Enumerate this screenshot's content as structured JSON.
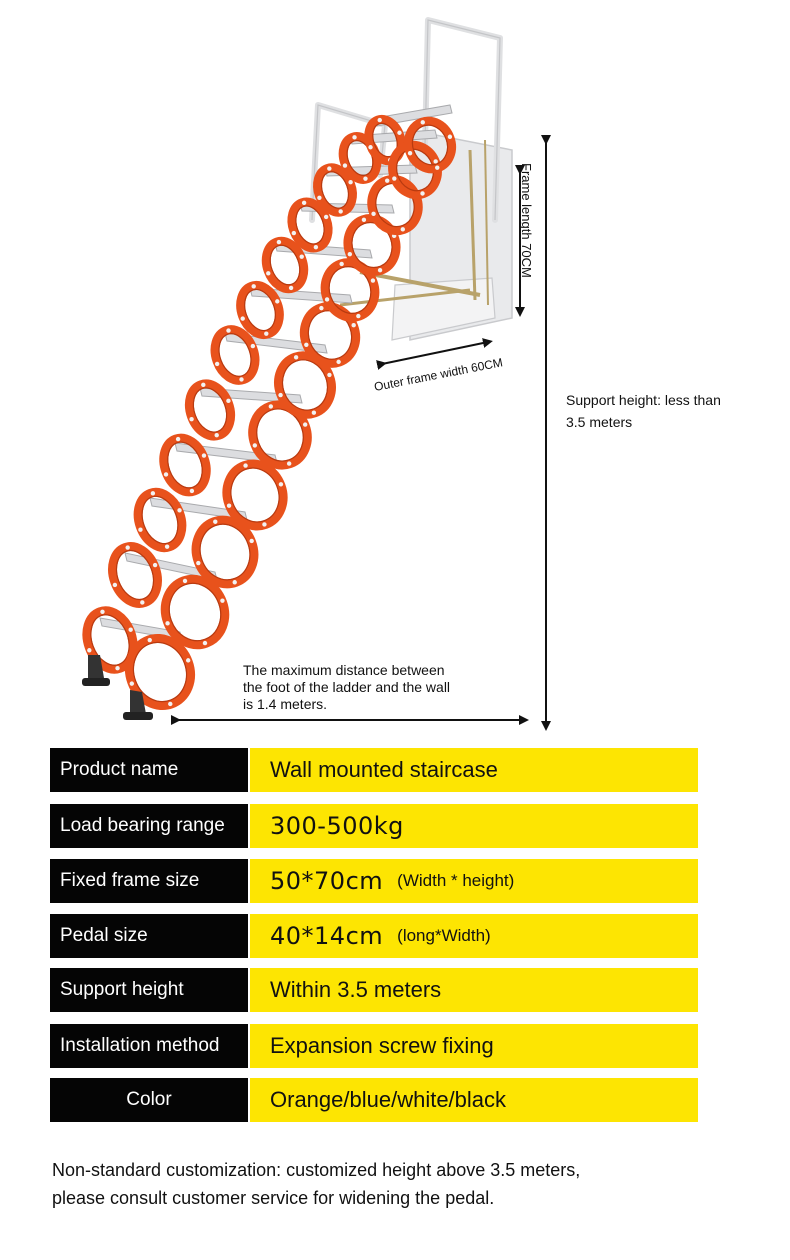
{
  "annotations": {
    "frame_length": "Frame length 70CM",
    "outer_frame_width": "Outer frame width 60CM",
    "support_height_line1": "Support height: less than",
    "support_height_line2": "3.5 meters",
    "max_distance_line1": "The maximum distance between",
    "max_distance_line2": "the foot of the ladder and the wall",
    "max_distance_line3": "is 1.4 meters."
  },
  "specs": [
    {
      "label": "Product name",
      "value": "Wall mounted staircase",
      "sub": ""
    },
    {
      "label": "Load bearing range",
      "value": "300-500kg",
      "sub": ""
    },
    {
      "label": "Fixed frame size",
      "value": "50*70cm",
      "sub": "(Width * height)"
    },
    {
      "label": "Pedal size",
      "value": "40*14cm",
      "sub": "(long*Width)"
    },
    {
      "label": "Support height",
      "value": "Within 3.5 meters",
      "sub": ""
    },
    {
      "label": "Installation method",
      "value": "Expansion screw fixing",
      "sub": ""
    },
    {
      "label": "Color",
      "value": "Orange/blue/white/black",
      "sub": ""
    }
  ],
  "footnote": {
    "line1": "Non-standard customization: customized height above 3.5 meters,",
    "line2": "please consult customer service for widening the pedal."
  },
  "colors": {
    "ladder_orange": "#e8521c",
    "label_bg": "#050505",
    "value_bg": "#fde502"
  }
}
